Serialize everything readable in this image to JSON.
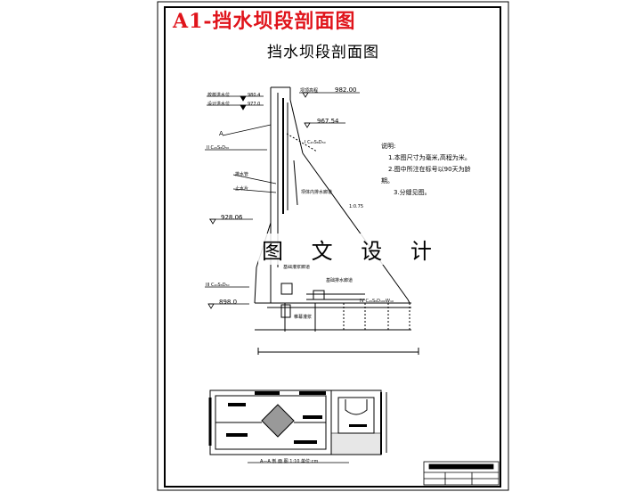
{
  "overlay_title": "A1-挡水坝段剖面图",
  "drawing_title": "挡水坝段剖面图",
  "watermark": "图 文 设 计",
  "notes": {
    "heading": "说明:",
    "lines": [
      "1.本图尺寸为毫米,高程为米。",
      "2.图中所注在标号以90天为龄",
      "期。",
      "3.分缝见图。"
    ]
  },
  "labels": {
    "check_flood_level": "校核洪水位",
    "check_flood_value": "980.4",
    "design_flood_level": "设计洪水位",
    "design_flood_value": "977.0",
    "crest_label": "坝顶高程",
    "crest_value": "982.00",
    "elev_967": "967.54",
    "section_a": "A",
    "zone_ii": "II C₂₀S₈D₅₀",
    "zone_i": "I C₂₀S₈D₅₀",
    "drain_pipe": "排水管",
    "water_stop": "止水片",
    "gallery_note": "坝体内排水廊道",
    "elev_928": "928.06",
    "upstream_note": "基础灌浆廊道",
    "zone_iii": "III C₂₀S₈D₅₀",
    "drain_gallery": "基础排水廊道",
    "elev_898": "898.0",
    "zone_iv": "IV C₂₀S₈D₁₀₀W₁₀",
    "curtain": "帷幕灌浆",
    "slope": "1:0.75",
    "section_caption": "A—A   剖   面   图   1:10   单位:cm"
  },
  "colors": {
    "title_red": "#e0141b",
    "line": "#000000"
  }
}
